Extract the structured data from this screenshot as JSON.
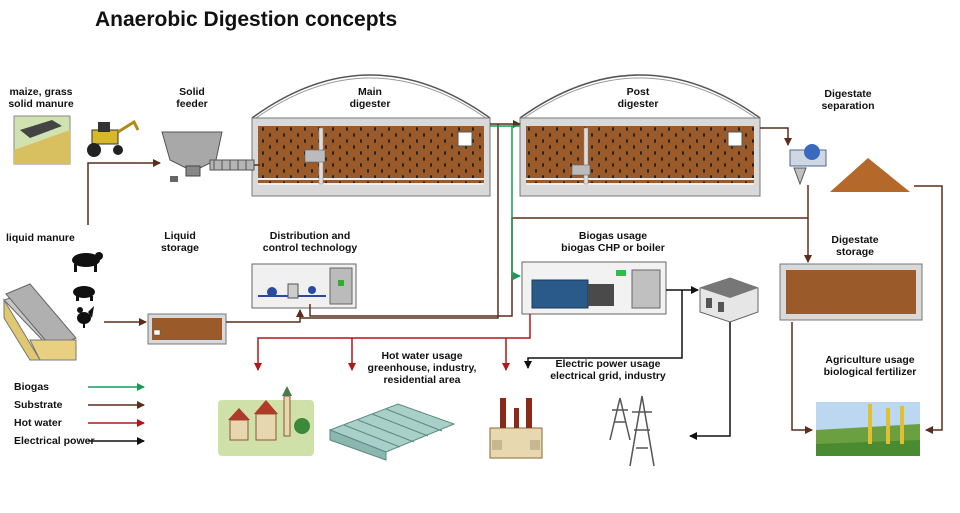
{
  "title": "Anaerobic Digestion concepts",
  "labels": {
    "maize": [
      "maize, grass",
      "solid manure"
    ],
    "solid_feeder": [
      "Solid",
      "feeder"
    ],
    "main_digester": [
      "Main",
      "digester"
    ],
    "post_digester": [
      "Post",
      "digester"
    ],
    "digestate_separation": [
      "Digestate",
      "separation"
    ],
    "liquid_manure": [
      "liquid manure"
    ],
    "liquid_storage": [
      "Liquid",
      "storage"
    ],
    "distribution": [
      "Distribution and",
      "control technology"
    ],
    "biogas_usage": [
      "Biogas usage",
      "biogas CHP or boiler"
    ],
    "digestate_storage": [
      "Digestate",
      "storage"
    ],
    "hot_water": [
      "Hot water usage",
      "greenhouse, industry,",
      "residential area"
    ],
    "electric_power": [
      "Electric power usage",
      "electrical grid, industry"
    ],
    "agriculture": [
      "Agriculture usage",
      "biological fertilizer"
    ]
  },
  "legend": [
    {
      "label": "Biogas",
      "color": "#1a9a5a"
    },
    {
      "label": "Substrate",
      "color": "#5a2e1a"
    },
    {
      "label": "Hot water",
      "color": "#b01818"
    },
    {
      "label": "Electrical power",
      "color": "#111111"
    }
  ],
  "colors": {
    "digestate": "#9a5a2a",
    "tank_wall": "#d9d9d9",
    "dome": "#555555"
  },
  "icons": [
    "tractor-icon",
    "cow-icon",
    "pig-icon",
    "rooster-icon",
    "barn-icon",
    "village-icon",
    "greenhouse-icon",
    "factory-icon",
    "power-pylon-icon",
    "field-icon",
    "transformer-icon",
    "chp-unit-icon",
    "separator-icon"
  ]
}
